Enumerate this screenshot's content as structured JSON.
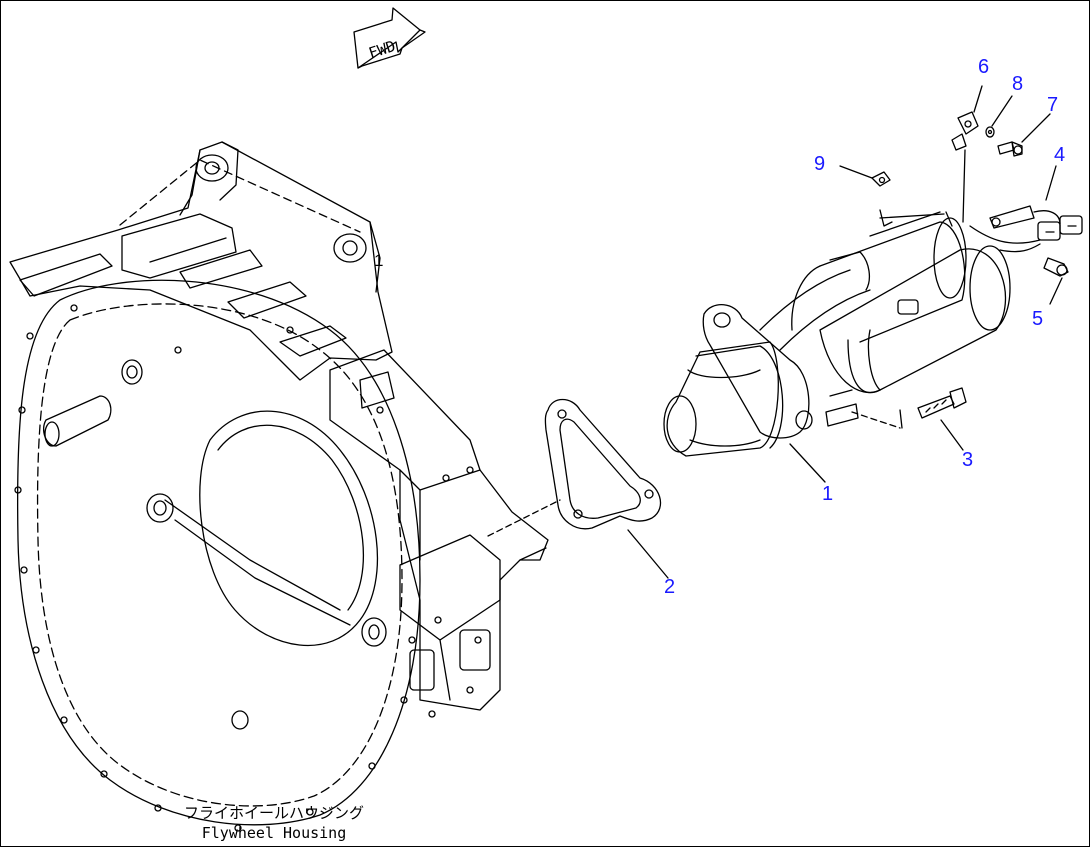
{
  "diagram": {
    "fwd_label": "FWD",
    "caption_jp": "フライホイールハウジング",
    "caption_en": "Flywheel Housing",
    "housing_ref": "1",
    "callouts": [
      {
        "id": "1",
        "label": "1"
      },
      {
        "id": "2",
        "label": "2"
      },
      {
        "id": "3",
        "label": "3"
      },
      {
        "id": "4",
        "label": "4"
      },
      {
        "id": "5",
        "label": "5"
      },
      {
        "id": "6",
        "label": "6"
      },
      {
        "id": "7",
        "label": "7"
      },
      {
        "id": "8",
        "label": "8"
      },
      {
        "id": "9",
        "label": "9"
      }
    ],
    "colors": {
      "callout": "#1a1aff",
      "line": "#000000",
      "background": "#ffffff"
    }
  }
}
